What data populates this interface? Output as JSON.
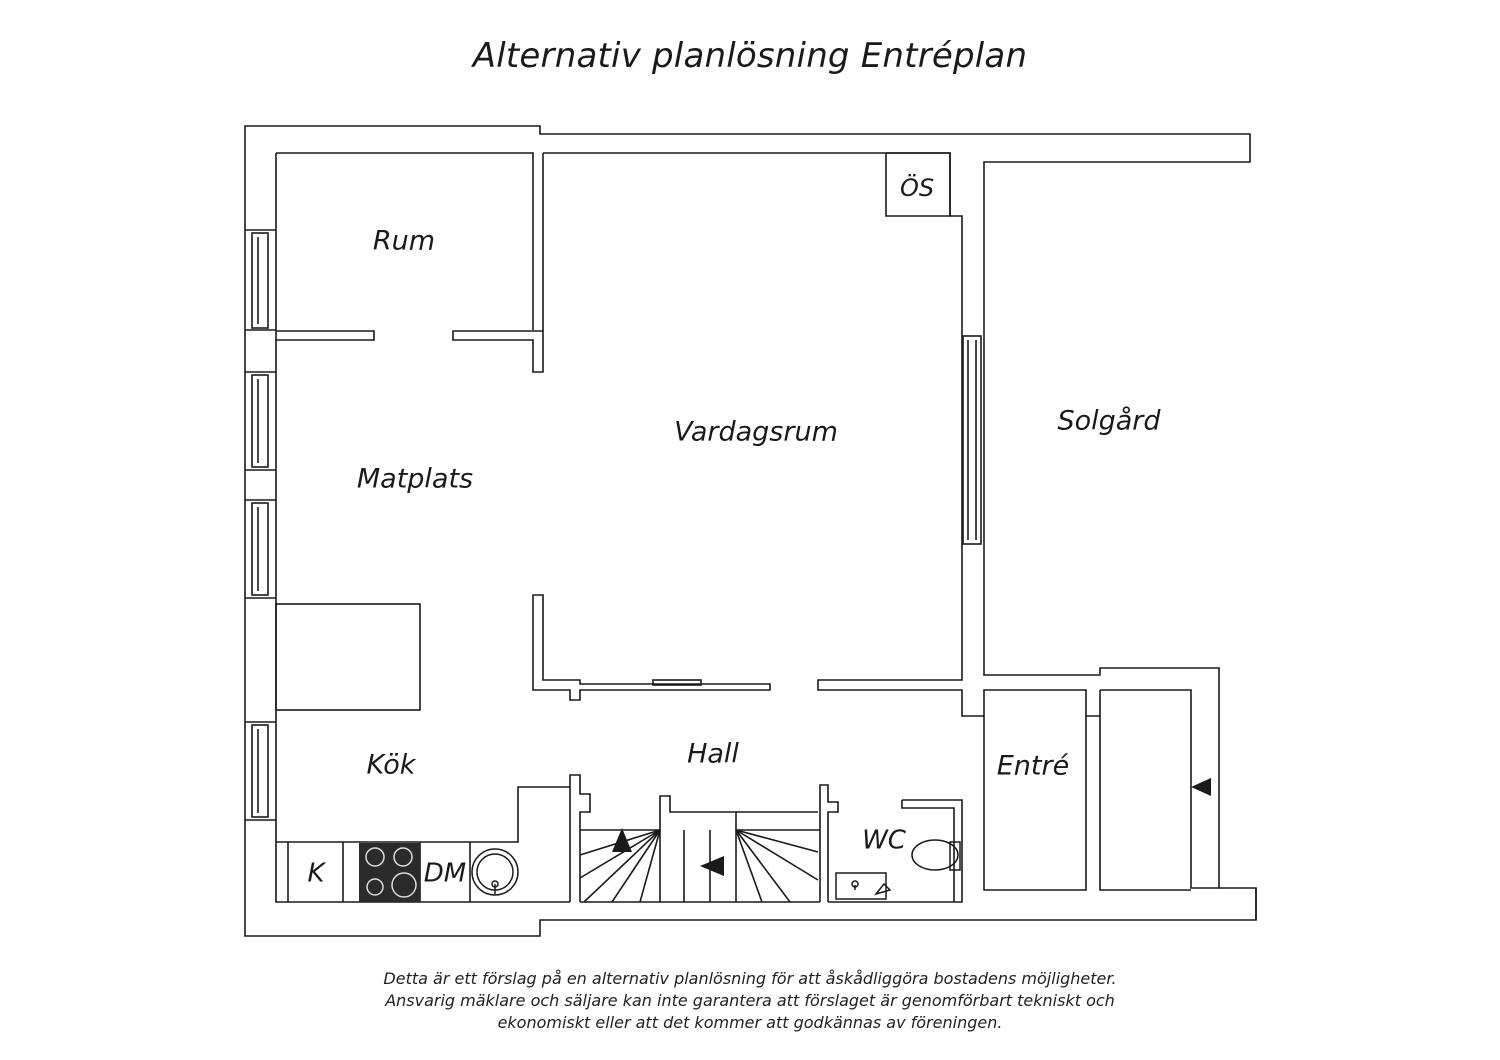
{
  "title": "Alternativ planlösning Entréplan",
  "rooms": {
    "rum": "Rum",
    "vardagsrum": "Vardagsrum",
    "os": "ÖS",
    "solgard": "Solgård",
    "matplats": "Matplats",
    "kok": "Kök",
    "hall": "Hall",
    "entre": "Entré",
    "wc": "WC"
  },
  "fixtures": {
    "fridge": "K",
    "dishwasher": "DM"
  },
  "disclaimer": {
    "line1": "Detta är ett förslag på en alternativ planlösning för att åskådliggöra bostadens möjligheter.",
    "line2": "Ansvarig mäklare och säljare kan inte garantera att förslaget är genomförbart tekniskt och",
    "line3": "ekonomiskt eller att det kommer att godkännas av föreningen."
  }
}
